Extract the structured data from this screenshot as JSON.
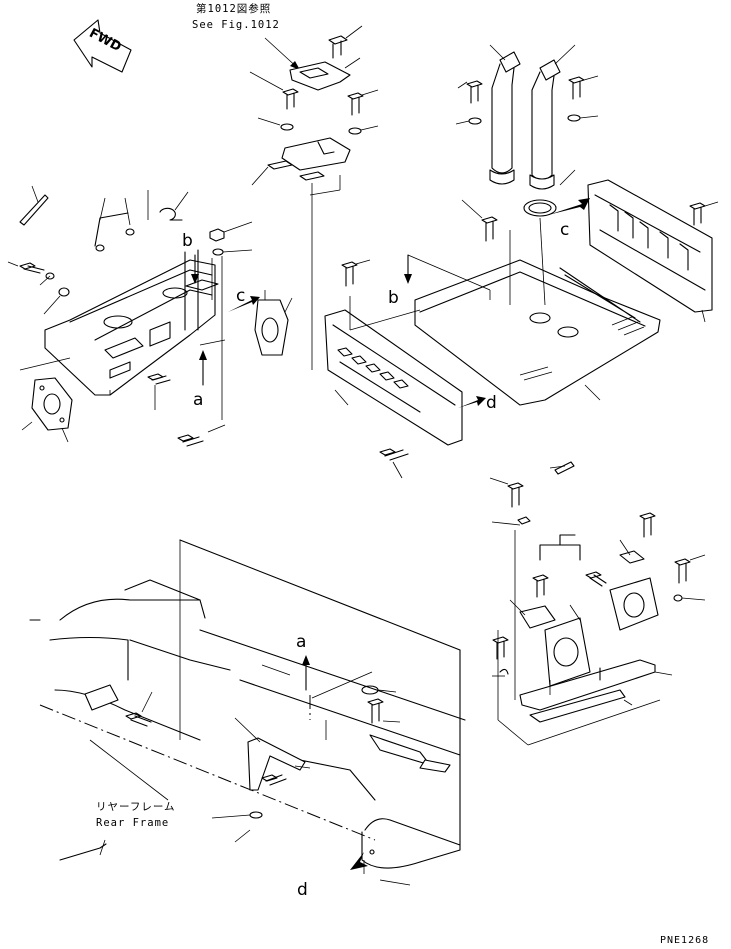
{
  "reference": {
    "jp": "第1012図参照",
    "en": "See Fig.1012"
  },
  "direction_marker": "FWD",
  "rear_frame": {
    "jp": "リヤーフレーム",
    "en": "Rear Frame"
  },
  "view_letters": [
    "a",
    "b",
    "c",
    "d"
  ],
  "drawing_code": "PNE1268"
}
